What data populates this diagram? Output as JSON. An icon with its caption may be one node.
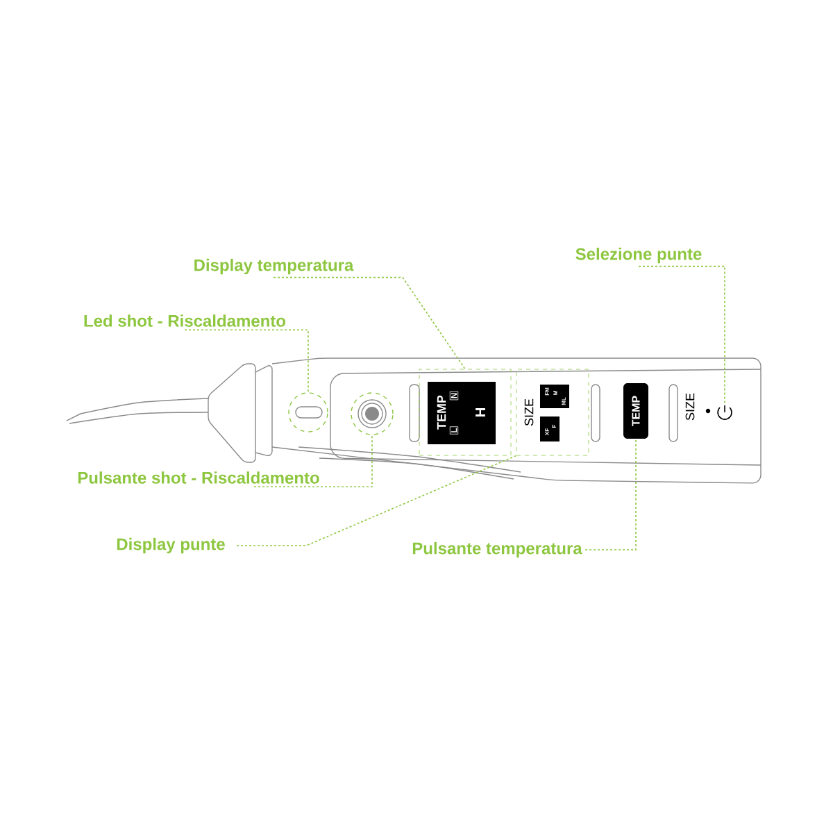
{
  "diagram": {
    "nodes": [
      {
        "text": [
          "Display temperatura"
        ]
      },
      {
        "text": [
          "Selezione punte"
        ]
      },
      {
        "text": [
          "Led shot - Riscaldamento"
        ]
      },
      {
        "text": [
          "Pulsante shot - Riscaldamento"
        ]
      },
      {
        "text": [
          "Display punte"
        ]
      },
      {
        "text": [
          "Pulsante temperatura"
        ]
      },
      {
        "text": [
          "TEMP",
          "L",
          "N",
          "H"
        ]
      },
      {
        "text": [
          "SIZE",
          "FM",
          "M",
          "ML",
          "XF",
          "F"
        ]
      },
      {
        "text": [],
        "shape": "circle"
      },
      {
        "text": [],
        "shape": "circle"
      },
      {
        "text": [
          "TEMP"
        ]
      },
      {
        "text": [],
        "shape": "picture"
      }
    ],
    "edges": [
      {
        "from": 0,
        "to": 6,
        "arrow": "none"
      },
      {
        "from": 1,
        "to": 11,
        "arrow": "none"
      },
      {
        "from": 2,
        "to": 8,
        "arrow": "none"
      },
      {
        "from": 3,
        "to": 9,
        "arrow": "none"
      },
      {
        "from": 4,
        "to": 7,
        "arrow": "none"
      },
      {
        "from": 5,
        "to": 10,
        "arrow": "none"
      }
    ],
    "labels": [
      "SIZE"
    ]
  }
}
